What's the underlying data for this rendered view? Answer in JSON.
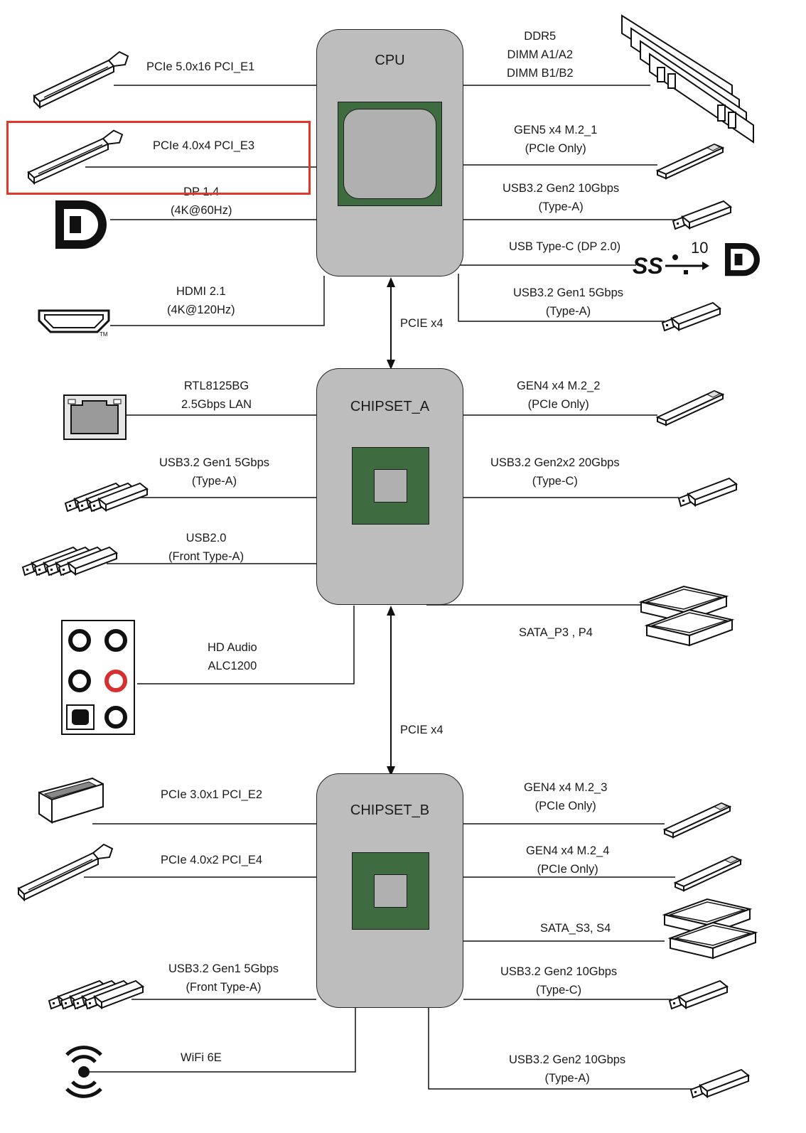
{
  "hubs": {
    "cpu": "CPU",
    "chipset_a": "CHIPSET_A",
    "chipset_b": "CHIPSET_B"
  },
  "links": {
    "cpu_to_a": "PCIE x4",
    "a_to_b": "PCIE x4"
  },
  "cpu_left": {
    "pcie_e1": "PCIe 5.0x16 PCI_E1",
    "pcie_e3": "PCIe 4.0x4 PCI_E3",
    "dp_l1": "DP 1.4",
    "dp_l2": "(4K@60Hz)",
    "hdmi_l1": "HDMI 2.1",
    "hdmi_l2": "(4K@120Hz)"
  },
  "cpu_right": {
    "ddr_l1": "DDR5",
    "ddr_l2": "DIMM A1/A2",
    "ddr_l3": "DIMM B1/B2",
    "m21_l1": "GEN5 x4 M.2_1",
    "m21_l2": "(PCIe Only)",
    "usb_g2_l1": "USB3.2 Gen2 10Gbps",
    "usb_g2_l2": "(Type-A)",
    "usbc": "USB Type-C (DP 2.0)",
    "usb_g1_l1": "USB3.2 Gen1 5Gbps",
    "usb_g1_l2": "(Type-A)"
  },
  "a_left": {
    "lan_l1": "RTL8125BG",
    "lan_l2": "2.5Gbps LAN",
    "usb_l1": "USB3.2 Gen1 5Gbps",
    "usb_l2": "(Type-A)",
    "usb2_l1": "USB2.0",
    "usb2_l2": "(Front Type-A)",
    "audio_l1": "HD Audio",
    "audio_l2": "ALC1200"
  },
  "a_right": {
    "m22_l1": "GEN4 x4 M.2_2",
    "m22_l2": "(PCIe Only)",
    "usbc_l1": "USB3.2 Gen2x2 20Gbps",
    "usbc_l2": "(Type-C)",
    "sata": "SATA_P3 , P4"
  },
  "b_left": {
    "pcie_e2": "PCIe 3.0x1 PCI_E2",
    "pcie_e4": "PCIe 4.0x2 PCI_E4",
    "usb_l1": "USB3.2 Gen1 5Gbps",
    "usb_l2": "(Front Type-A)",
    "wifi": "WiFi 6E"
  },
  "b_right": {
    "m23_l1": "GEN4 x4 M.2_3",
    "m23_l2": "(PCIe Only)",
    "m24_l1": "GEN4 x4 M.2_4",
    "m24_l2": "(PCIe Only)",
    "sata": "SATA_S3, S4",
    "usbc_l1": "USB3.2 Gen2 10Gbps",
    "usbc_l2": "(Type-C)",
    "usba_l1": "USB3.2 Gen2 10Gbps",
    "usba_l2": "(Type-A)"
  },
  "logos": {
    "superspeed_text": "SS",
    "superspeed_num": "10",
    "tm": "TM"
  },
  "colors": {
    "hub_fill": "#bdbdbd",
    "chip_green": "#3e6b3f",
    "highlight": "#e0392b",
    "audio_red": "#d62f2f"
  }
}
